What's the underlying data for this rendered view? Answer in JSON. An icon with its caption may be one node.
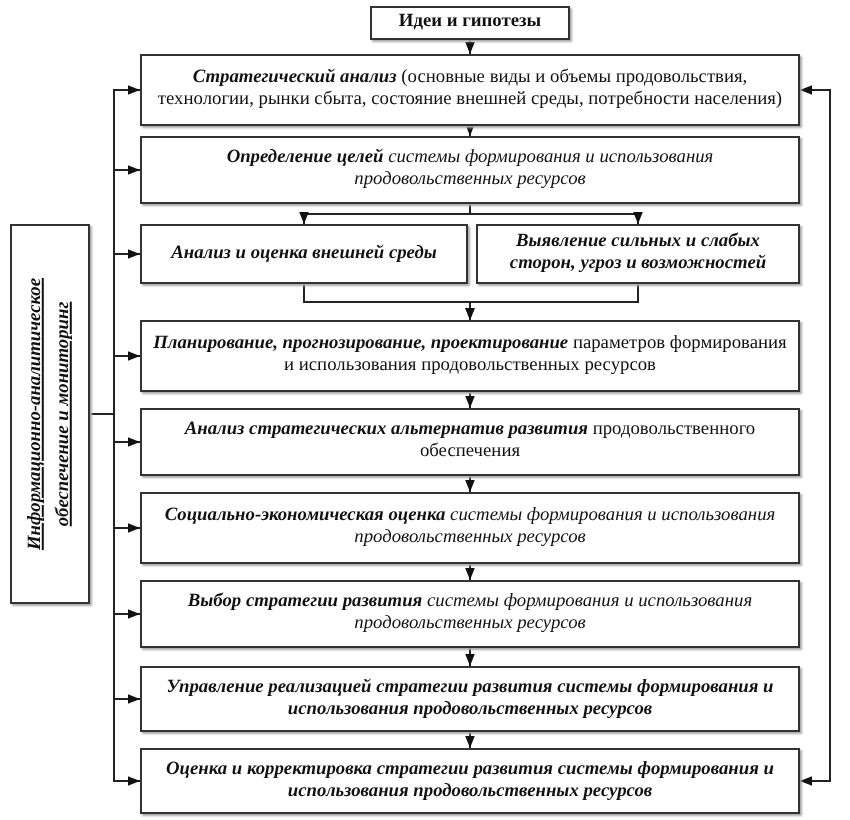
{
  "diagram": {
    "nodes": [
      {
        "text": [
          "Идеи и гипотезы"
        ]
      },
      {
        "text": [
          "**Стратегический анализ** (основные виды и объемы продовольствия, технологии, рынки сбыта, состояние внешней среды, потребности населения)"
        ]
      },
      {
        "text": [
          "**Определение целей** системы формирования и использования продовольственных ресурсов"
        ]
      },
      {
        "text": [
          "Анализ и оценка внешней среды"
        ]
      },
      {
        "text": [
          "Выявление сильных и слабых сторон, угроз и возможностей"
        ]
      },
      {
        "text": [
          "**Планирование, прогнозирование, проектирование** параметров формирования и использования продовольственных ресурсов"
        ]
      },
      {
        "text": [
          "**Анализ стратегических альтернатив развития** продовольственного обеспечения"
        ]
      },
      {
        "text": [
          "**Социально-экономическая оценка** системы формирования и использования продовольственных ресурсов"
        ]
      },
      {
        "text": [
          "**Выбор стратегии развития** системы формирования и использования продовольственных ресурсов"
        ]
      },
      {
        "text": [
          "Управление реализацией стратегии развития системы формирования и использования продовольственных ресурсов"
        ]
      },
      {
        "text": [
          "Оценка и корректировка стратегии развития системы формирования и использования продовольственных ресурсов"
        ]
      },
      {
        "text": [
          "Информационно-аналитическое обеспечение и мониторинг"
        ]
      }
    ],
    "edges": [
      {
        "from": 0,
        "to": 1,
        "arrow": "to"
      },
      {
        "from": 1,
        "to": 2,
        "arrow": "to"
      },
      {
        "from": 2,
        "to": 3,
        "arrow": "to"
      },
      {
        "from": 2,
        "to": 4,
        "arrow": "to"
      },
      {
        "from": 3,
        "to": 5,
        "arrow": "to"
      },
      {
        "from": 4,
        "to": 5,
        "arrow": "to"
      },
      {
        "from": 5,
        "to": 6,
        "arrow": "to"
      },
      {
        "from": 6,
        "to": 7,
        "arrow": "to"
      },
      {
        "from": 7,
        "to": 8,
        "arrow": "to"
      },
      {
        "from": 8,
        "to": 9,
        "arrow": "to"
      },
      {
        "from": 9,
        "to": 10,
        "arrow": "to"
      },
      {
        "from": 10,
        "to": 1,
        "arrow": "both"
      },
      {
        "from": 11,
        "to": 1,
        "arrow": "to"
      },
      {
        "from": 11,
        "to": 2,
        "arrow": "to"
      },
      {
        "from": 11,
        "to": 3,
        "arrow": "to"
      },
      {
        "from": 11,
        "to": 5,
        "arrow": "to"
      },
      {
        "from": 11,
        "to": 6,
        "arrow": "to"
      },
      {
        "from": 11,
        "to": 7,
        "arrow": "to"
      },
      {
        "from": 11,
        "to": 8,
        "arrow": "to"
      },
      {
        "from": 11,
        "to": 9,
        "arrow": "to"
      },
      {
        "from": 11,
        "to": 10,
        "arrow": "to"
      }
    ]
  }
}
